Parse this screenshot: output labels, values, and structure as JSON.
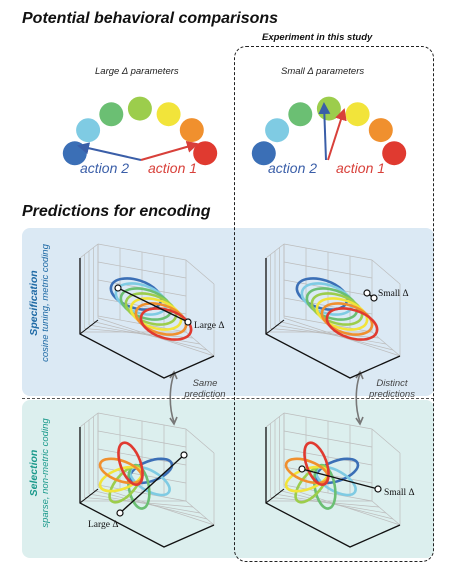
{
  "headings": {
    "behavioral": "Potential behavioral comparisons",
    "encoding": "Predictions for encoding",
    "experiment": "Experiment in this study"
  },
  "behavior": {
    "large_label": "Large Δ parameters",
    "small_label": "Small Δ parameters",
    "action2": "action 2",
    "action1": "action 1",
    "palette": [
      "#3b6fb6",
      "#7fcbe3",
      "#6bbf73",
      "#9ccd4c",
      "#f2e43a",
      "#f0902e",
      "#e03a30"
    ]
  },
  "rows": {
    "specification": {
      "title": "Specification",
      "subtitle": "cosine tuning, metric coding",
      "color": "#1f6aa5"
    },
    "selection": {
      "title": "Selection",
      "subtitle": "sparse, non-metric coding",
      "color": "#1d9a8c"
    }
  },
  "middle": {
    "same": [
      "Same",
      "prediction"
    ],
    "distinct": [
      "Distinct",
      "predictions"
    ]
  },
  "plot_labels": {
    "spec_large": "Large Δ",
    "spec_small": "Small Δ",
    "sel_large": "Large Δ",
    "sel_small": "Small Δ"
  }
}
